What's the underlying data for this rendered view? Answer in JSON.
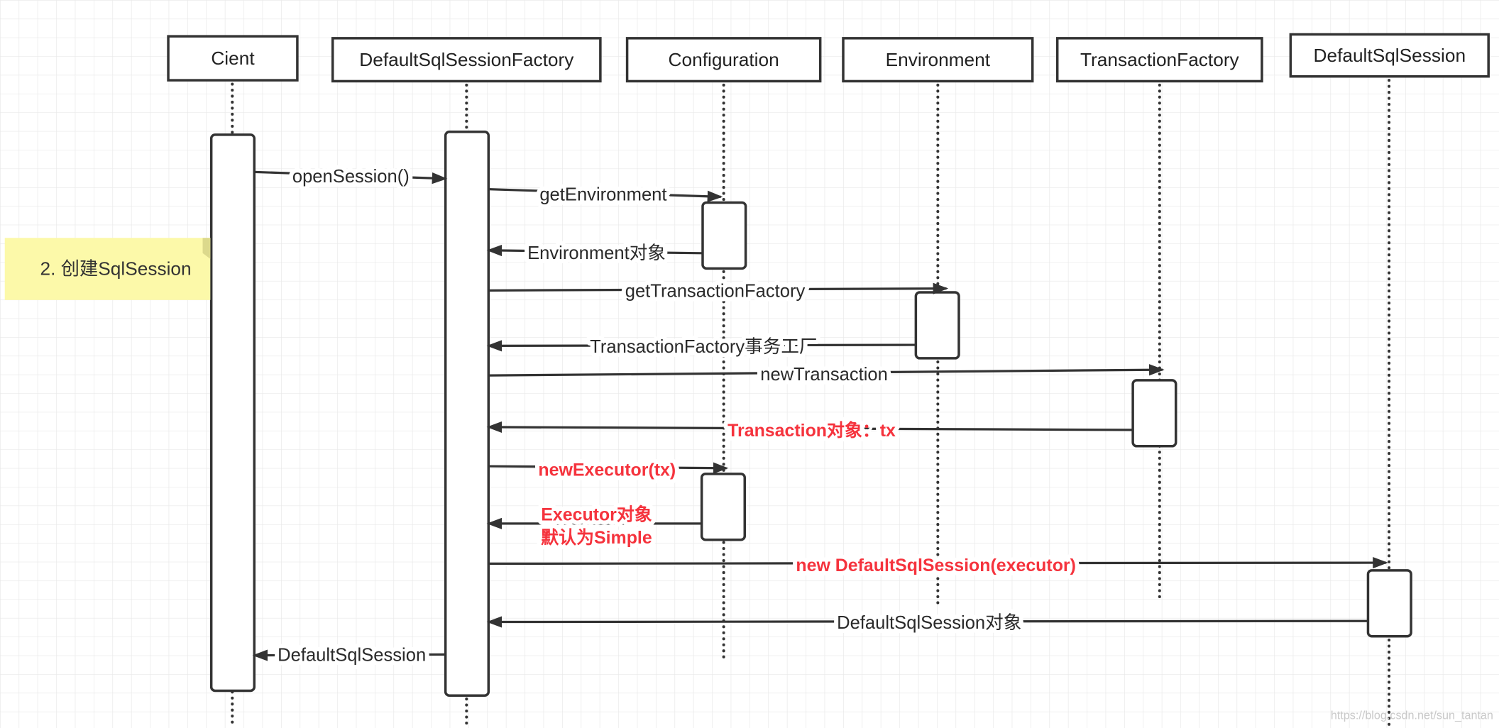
{
  "colors": {
    "line": "#333333",
    "highlight": "#f5333d",
    "note_fill": "#fcf9a9",
    "grid": "#e8e8e8",
    "watermark": "#c9c9c9"
  },
  "participants": [
    {
      "label": "Cient"
    },
    {
      "label": "DefaultSqlSessionFactory"
    },
    {
      "label": "Configuration"
    },
    {
      "label": "Environment"
    },
    {
      "label": "TransactionFactory"
    },
    {
      "label": "DefaultSqlSession"
    }
  ],
  "note": {
    "text": "2. 创建SqlSession"
  },
  "messages": [
    {
      "lines": [
        "openSession()"
      ],
      "highlight": false
    },
    {
      "lines": [
        "getEnvironment"
      ],
      "highlight": false
    },
    {
      "lines": [
        "Environment对象"
      ],
      "highlight": false
    },
    {
      "lines": [
        "getTransactionFactory"
      ],
      "highlight": false
    },
    {
      "lines": [
        "TransactionFactory事务工厂"
      ],
      "highlight": false
    },
    {
      "lines": [
        "newTransaction"
      ],
      "highlight": false
    },
    {
      "lines": [
        "Transaction对象：tx"
      ],
      "highlight": true
    },
    {
      "lines": [
        "newExecutor(tx)"
      ],
      "highlight": true
    },
    {
      "lines": [
        "Executor对象",
        "默认为Simple"
      ],
      "highlight": true
    },
    {
      "lines": [
        "new DefaultSqlSession(executor)"
      ],
      "highlight": true
    },
    {
      "lines": [
        "DefaultSqlSession对象"
      ],
      "highlight": false
    },
    {
      "lines": [
        "DefaultSqlSession"
      ],
      "highlight": false
    }
  ],
  "watermark": "https://blog.csdn.net/sun_tantan"
}
